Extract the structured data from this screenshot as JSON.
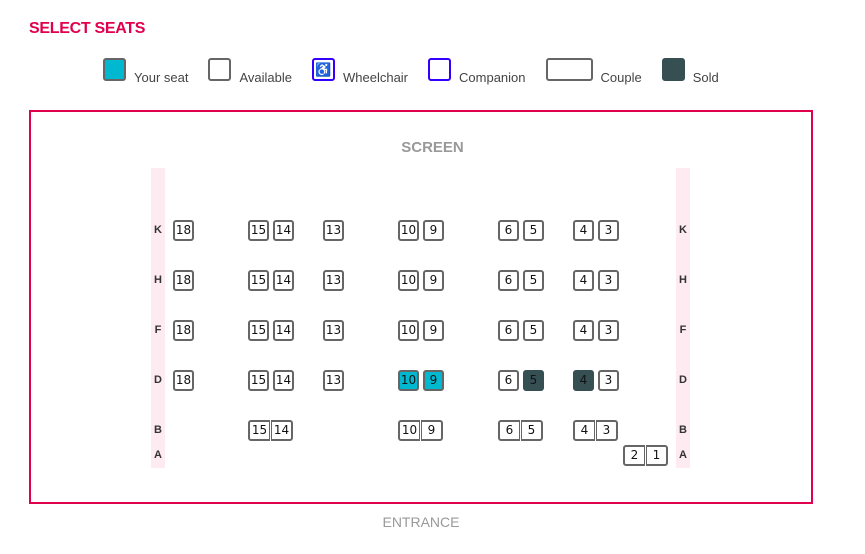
{
  "title": "SELECT SEATS",
  "legend": [
    {
      "key": "your",
      "label": "Your seat"
    },
    {
      "key": "avail",
      "label": "Available"
    },
    {
      "key": "wheel",
      "label": "Wheelchair",
      "icon": "wheelchair-icon"
    },
    {
      "key": "comp",
      "label": "Companion"
    },
    {
      "key": "couple",
      "label": "Couple"
    },
    {
      "key": "sold",
      "label": "Sold"
    }
  ],
  "screen_label": "SCREEN",
  "entrance_label": "ENTRANCE",
  "colors": {
    "accent": "#e0004d",
    "selected": "#00b8cf",
    "sold": "#364f53",
    "wheelchair": "#3300ff"
  },
  "rows": [
    {
      "label": "K",
      "seats": [
        {
          "n": "18",
          "s": "available"
        },
        {
          "n": "15",
          "s": "available"
        },
        {
          "n": "14",
          "s": "available"
        },
        {
          "n": "13",
          "s": "available"
        },
        {
          "n": "10",
          "s": "available"
        },
        {
          "n": "9",
          "s": "available"
        },
        {
          "n": "6",
          "s": "available"
        },
        {
          "n": "5",
          "s": "available"
        },
        {
          "n": "4",
          "s": "available"
        },
        {
          "n": "3",
          "s": "available"
        }
      ]
    },
    {
      "label": "H",
      "seats": [
        {
          "n": "18",
          "s": "available"
        },
        {
          "n": "15",
          "s": "available"
        },
        {
          "n": "14",
          "s": "available"
        },
        {
          "n": "13",
          "s": "available"
        },
        {
          "n": "10",
          "s": "available"
        },
        {
          "n": "9",
          "s": "available"
        },
        {
          "n": "6",
          "s": "available"
        },
        {
          "n": "5",
          "s": "available"
        },
        {
          "n": "4",
          "s": "available"
        },
        {
          "n": "3",
          "s": "available"
        }
      ]
    },
    {
      "label": "F",
      "seats": [
        {
          "n": "18",
          "s": "available"
        },
        {
          "n": "15",
          "s": "available"
        },
        {
          "n": "14",
          "s": "available"
        },
        {
          "n": "13",
          "s": "available"
        },
        {
          "n": "10",
          "s": "available"
        },
        {
          "n": "9",
          "s": "available"
        },
        {
          "n": "6",
          "s": "available"
        },
        {
          "n": "5",
          "s": "available"
        },
        {
          "n": "4",
          "s": "available"
        },
        {
          "n": "3",
          "s": "available"
        }
      ]
    },
    {
      "label": "D",
      "seats": [
        {
          "n": "18",
          "s": "available"
        },
        {
          "n": "15",
          "s": "available"
        },
        {
          "n": "14",
          "s": "available"
        },
        {
          "n": "13",
          "s": "available"
        },
        {
          "n": "10",
          "s": "selected"
        },
        {
          "n": "9",
          "s": "selected"
        },
        {
          "n": "6",
          "s": "available"
        },
        {
          "n": "5",
          "s": "sold"
        },
        {
          "n": "4",
          "s": "sold"
        },
        {
          "n": "3",
          "s": "available"
        }
      ]
    },
    {
      "label": "B",
      "couple": true,
      "seats": [
        {
          "n": "15",
          "s": "available"
        },
        {
          "n": "14",
          "s": "available"
        },
        {
          "n": "10",
          "s": "available"
        },
        {
          "n": "9",
          "s": "available"
        },
        {
          "n": "6",
          "s": "available"
        },
        {
          "n": "5",
          "s": "available"
        },
        {
          "n": "4",
          "s": "available"
        },
        {
          "n": "3",
          "s": "available"
        }
      ]
    },
    {
      "label": "A",
      "couple": true,
      "seats": [
        {
          "n": "2",
          "s": "available"
        },
        {
          "n": "1",
          "s": "available"
        }
      ]
    }
  ]
}
